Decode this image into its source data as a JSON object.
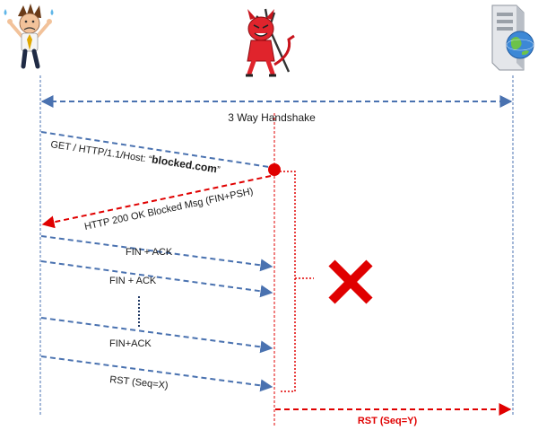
{
  "handshake_label": "3 Way Handshake",
  "get_request": {
    "prefix": "GET / HTTP/1.1/Host: “",
    "host": "blocked.com",
    "suffix": "”"
  },
  "http_response": "HTTP 200 OK Blocked Msg (FIN+PSH)",
  "fin_ack_1": "FIN + ACK",
  "fin_ack_2": "FIN + ACK",
  "fin_ack_3": "FIN+ACK",
  "rst_client": "RST (Seq=X)",
  "rst_server": "RST (Seq=Y)",
  "colors": {
    "blue": "#4a72b0",
    "red": "#e00000",
    "dark_blue": "#1f3864"
  },
  "icons": [
    "stressed-user-icon",
    "devil-attacker-icon",
    "web-server-icon",
    "red-x-icon"
  ]
}
